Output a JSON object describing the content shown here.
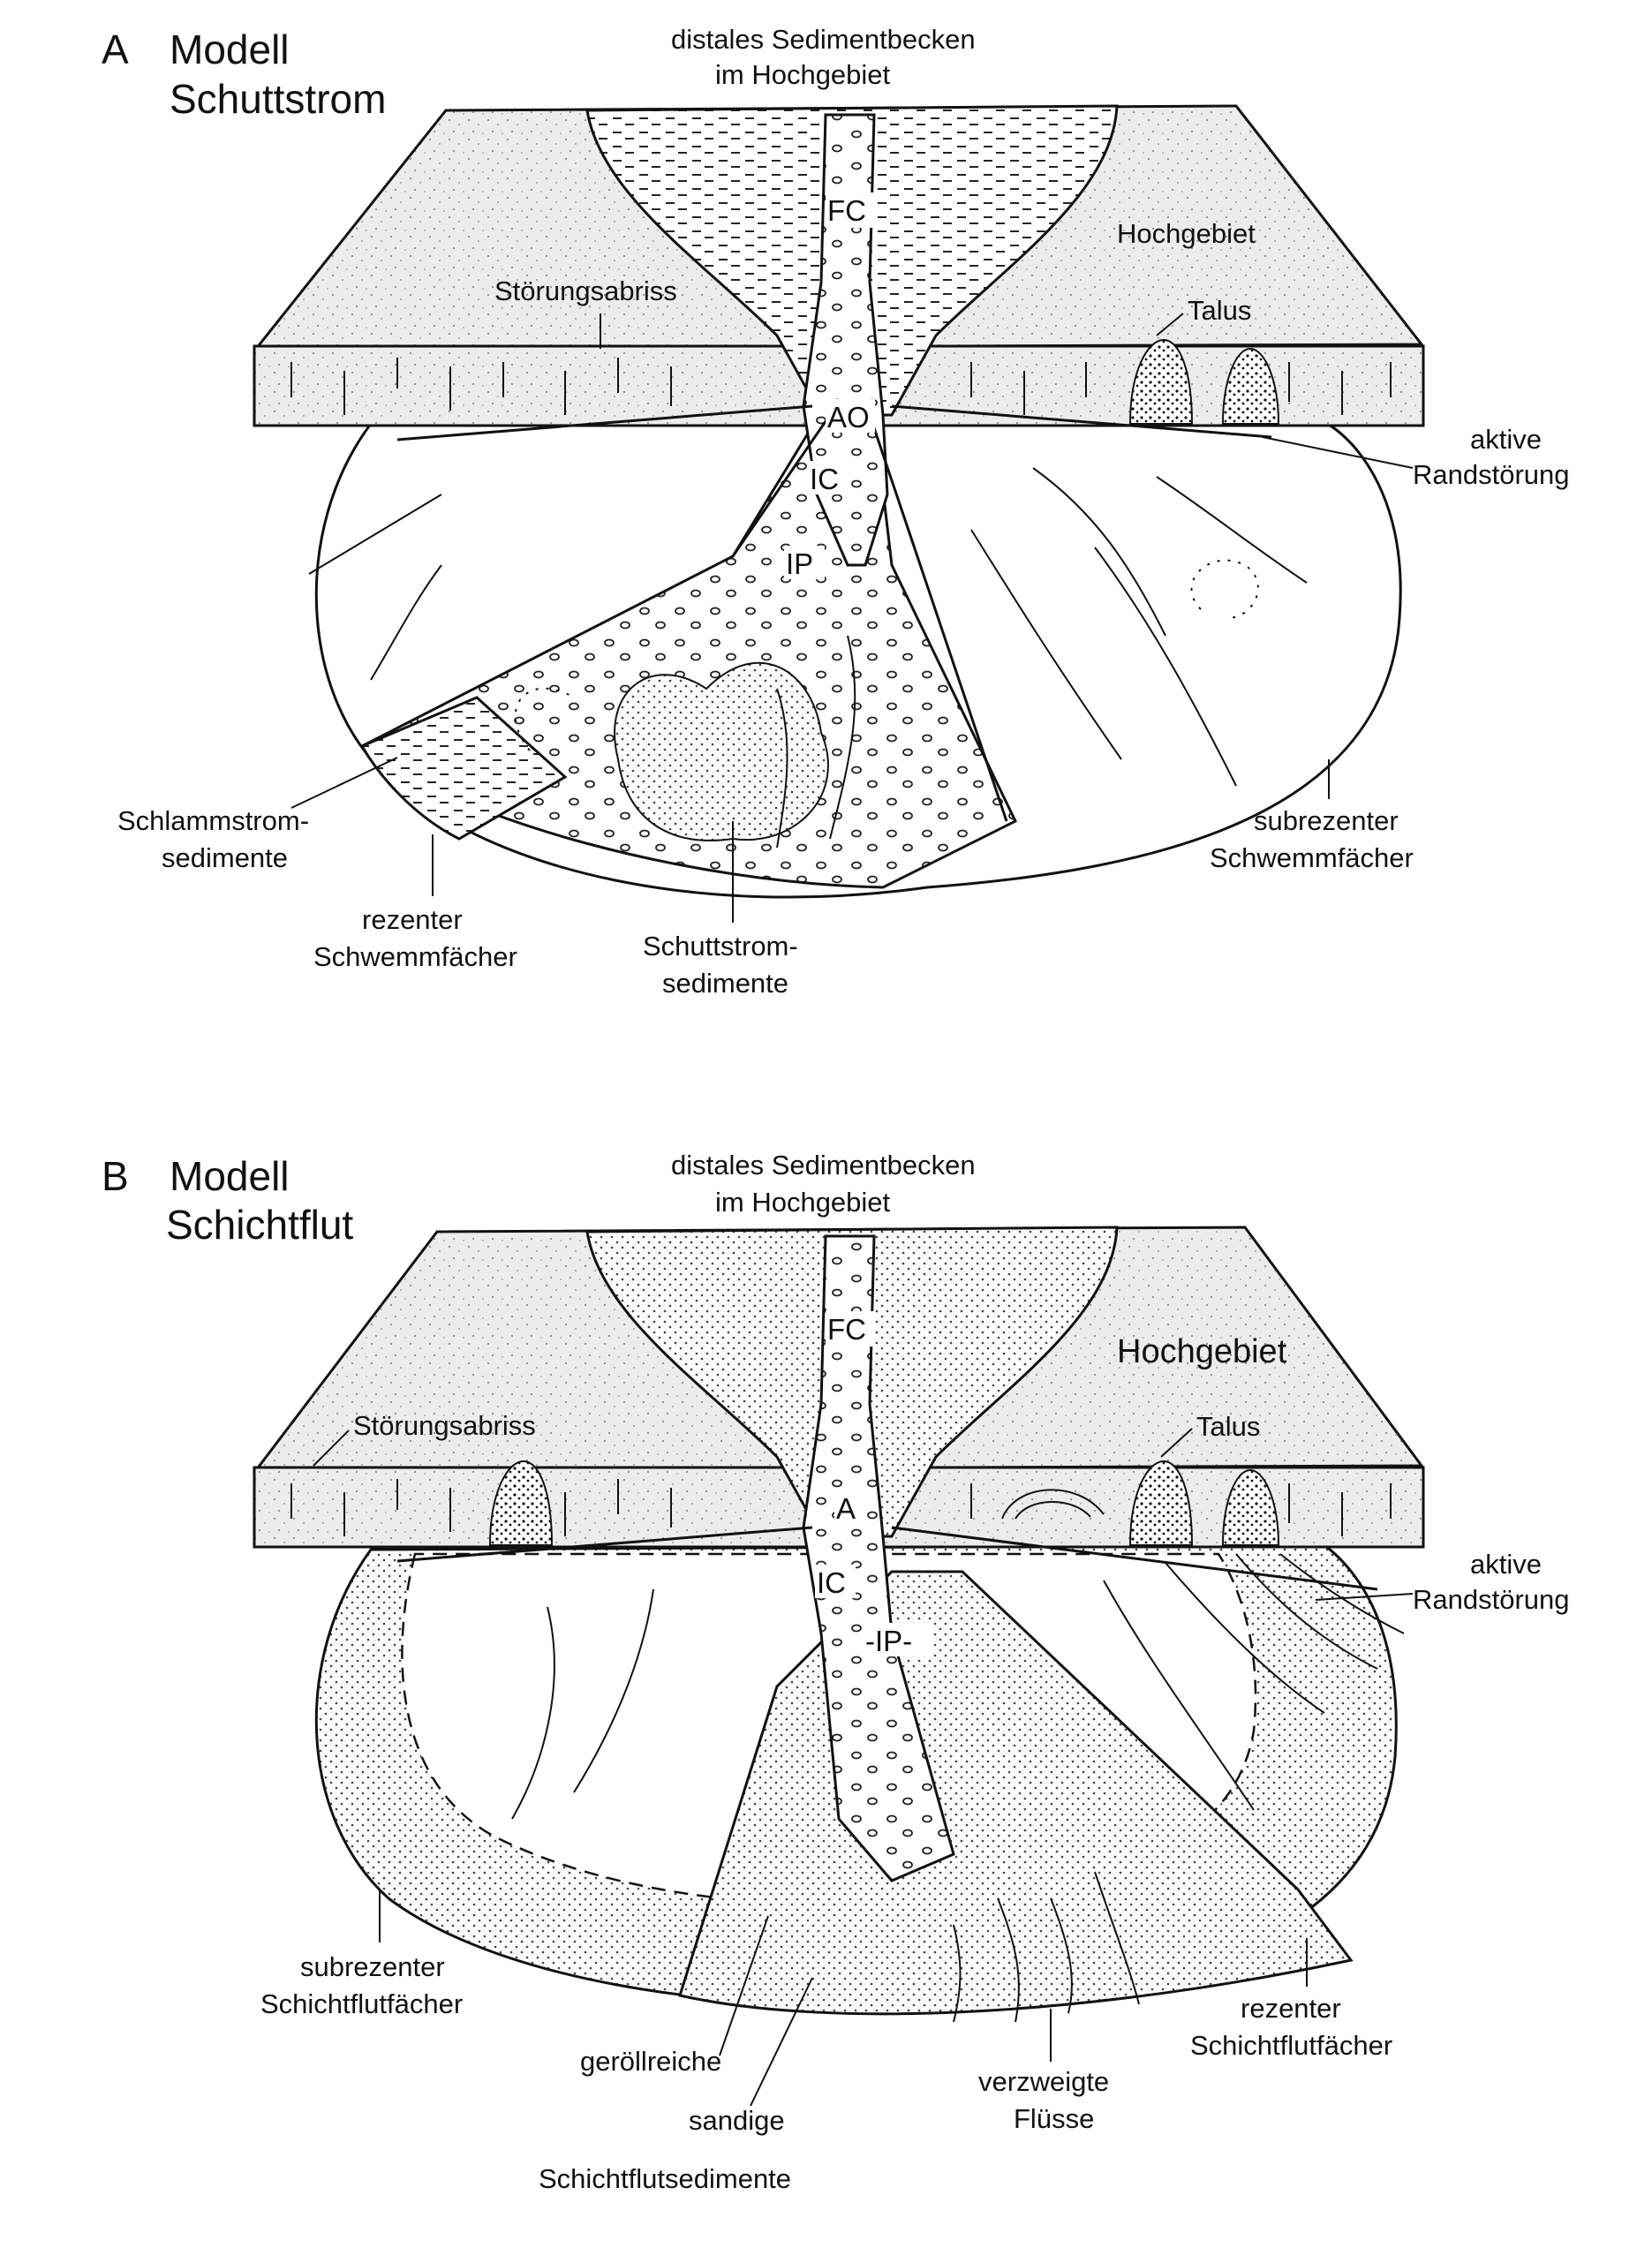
{
  "panel_a": {
    "letter": "A",
    "title_line1": "Modell",
    "title_line2": "Schuttstrom",
    "labels": {
      "source_basin_1": "distales Sedimentbecken",
      "source_basin_2": "im Hochgebiet",
      "upland": "Hochgebiet",
      "fault_scarp": "Störungsabriss",
      "talus": "Talus",
      "active_fault_1": "aktive",
      "active_fault_2": "Randstörung",
      "mudflow_1": "Schlammstrom-",
      "mudflow_2": "sedimente",
      "recent_fan_1": "rezenter",
      "recent_fan_2": "Schwemmfächer",
      "debris_1": "Schuttstrom-",
      "debris_2": "sedimente",
      "subrecent_fan_1": "subrezenter",
      "subrecent_fan_2": "Schwemmfächer"
    },
    "codes": {
      "fc": "FC",
      "ao": "AO",
      "ic": "IC",
      "ip": "IP"
    }
  },
  "panel_b": {
    "letter": "B",
    "title_line1": "Modell",
    "title_line2": "Schichtflut",
    "labels": {
      "source_basin_1": "distales Sedimentbecken",
      "source_basin_2": "im Hochgebiet",
      "upland": "Hochgebiet",
      "fault_scarp": "Störungsabriss",
      "talus": "Talus",
      "active_fault_1": "aktive",
      "active_fault_2": "Randstörung",
      "subrecent_fan_1": "subrezenter",
      "subrecent_fan_2": "Schichtflutfächer",
      "recent_fan_1": "rezenter",
      "recent_fan_2": "Schichtflutfächer",
      "gravel_rich": "geröllreiche",
      "sandy": "sandige",
      "sheetflood_sediments": "Schichtflutsedimente",
      "braided_1": "verzweigte",
      "braided_2": "Flüsse"
    },
    "codes": {
      "fc": "FC",
      "a": "A",
      "ic": "IC",
      "ip": "-IP-"
    }
  }
}
